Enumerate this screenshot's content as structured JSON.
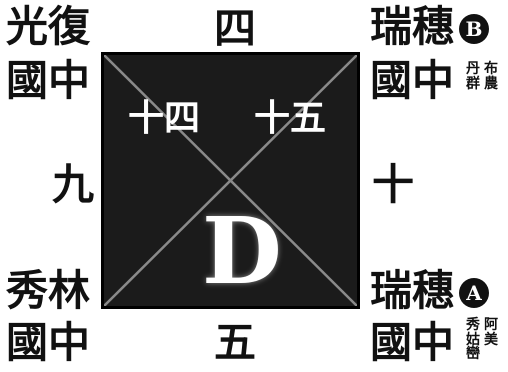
{
  "top_left": {
    "line1": "光復",
    "line2": "國中"
  },
  "top_center": "四",
  "top_right": {
    "line1": "瑞穗",
    "line2": "國中",
    "badge": "B",
    "note_col1": "丹群",
    "note_col2": "布農"
  },
  "left_middle": "九",
  "right_middle": "十",
  "bottom_left": {
    "line1": "秀林",
    "line2": "國中"
  },
  "bottom_center": "五",
  "bottom_right": {
    "line1": "瑞穗",
    "line2": "國中",
    "badge": "A",
    "note_col1": "秀姑巒",
    "note_col2": "阿美"
  },
  "court": {
    "label_left": "十四",
    "label_right": "十五",
    "letter": "D",
    "fill_color": "#1b1b1b",
    "line_color": "#8a8a8a"
  }
}
